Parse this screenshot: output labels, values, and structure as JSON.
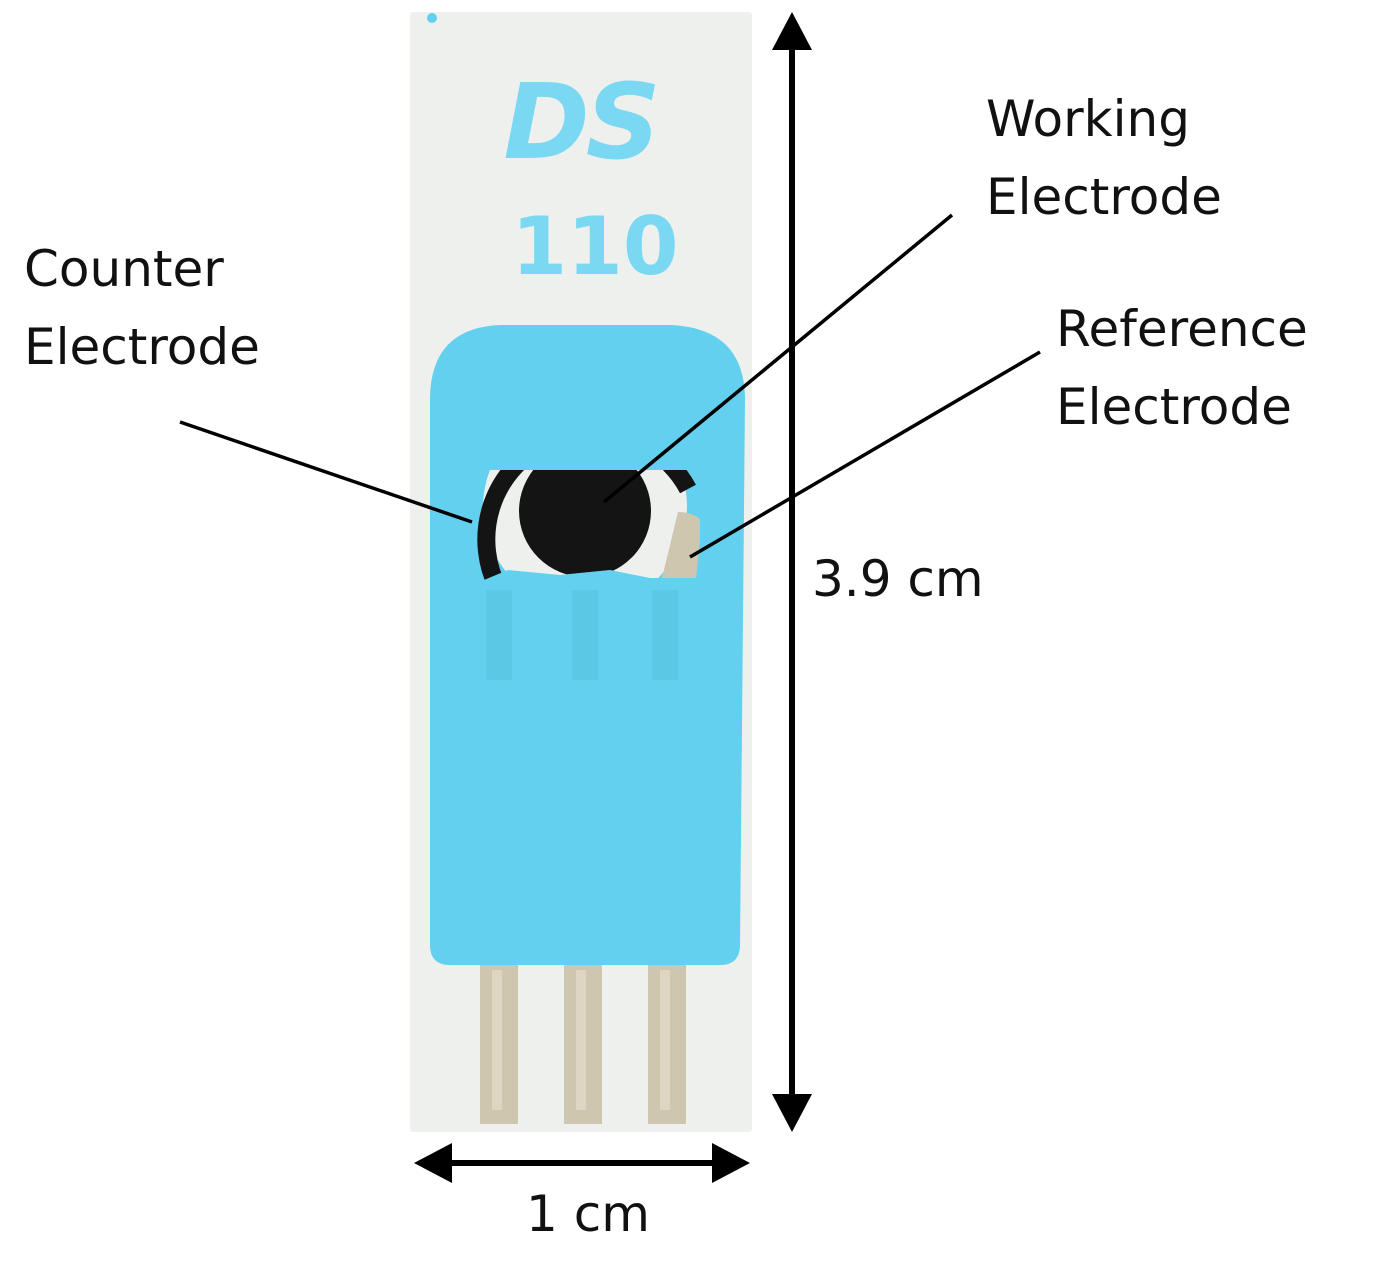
{
  "strip": {
    "logo_text": "DS",
    "model_text": "110"
  },
  "labels": {
    "working": [
      "Working",
      "Electrode"
    ],
    "counter": [
      "Counter",
      "Electrode"
    ],
    "reference": [
      "Reference",
      "Electrode"
    ]
  },
  "dimensions": {
    "height": "3.9 cm",
    "width": "1 cm"
  },
  "colors": {
    "substrate": "#eef0ee",
    "insulation": "#62d0ee",
    "carbon": "#141414",
    "print": "#7bd8f2",
    "contact": "#cfc6b0"
  }
}
